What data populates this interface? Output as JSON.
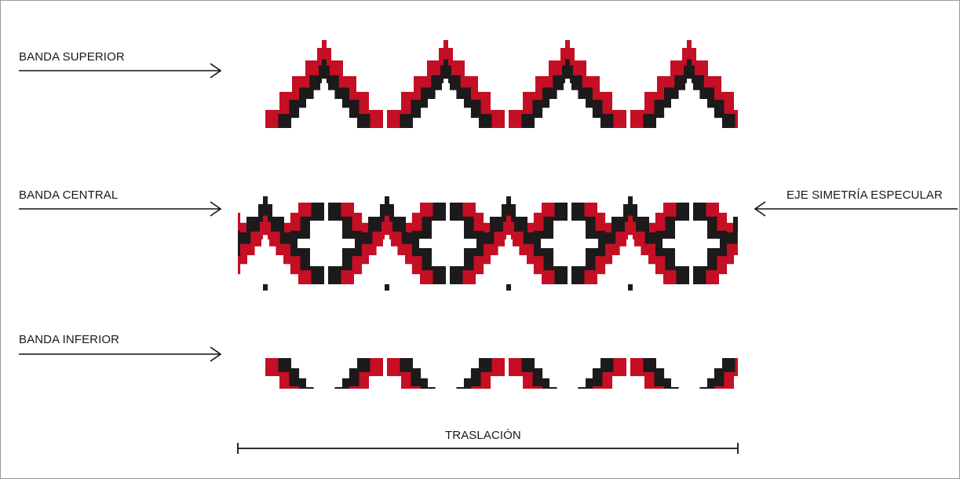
{
  "labels": {
    "top_band": "BANDA SUPERIOR",
    "middle_band": "BANDA CENTRAL",
    "bottom_band": "BANDA INFERIOR",
    "mirror_axis": "EJE SIMETRÍA ESPECULAR",
    "translation": "TRASLACIÓN"
  },
  "colors": {
    "black": "#1c1a1a",
    "red": "#c40f24",
    "white": "#ffffff",
    "arrow": "#111111"
  },
  "icons": {
    "band_arrows": "right-arrow-icon",
    "axis_arrow": "left-arrow-icon",
    "translation_bar": "dimension-line"
  }
}
